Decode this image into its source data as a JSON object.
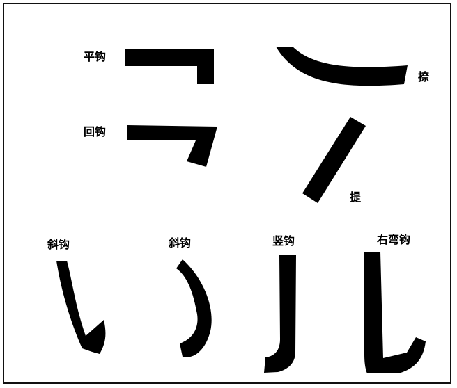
{
  "ink_color": "#000000",
  "frame_color": "#111111",
  "labels": {
    "ping_gou": "平钩",
    "hui_gou": "回钩",
    "pie": "捺",
    "ti": "提",
    "xie_gou_1": "斜钩",
    "xie_gou_2": "斜钩",
    "shu_gou": "竖钩",
    "you_wan_gou": "右弯钩"
  }
}
